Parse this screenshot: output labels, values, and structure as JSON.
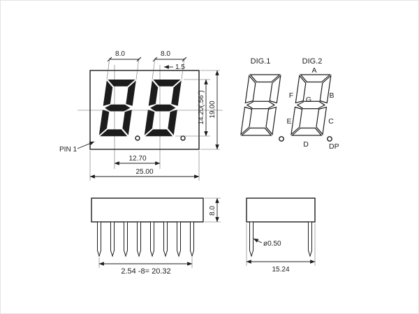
{
  "front_view": {
    "pin1": "PIN 1",
    "dims": {
      "seg_width_left": "8.0",
      "seg_width_right": "8.0",
      "gap": "1.5",
      "digit_height": "14.20(.56\")",
      "body_height": "19.00",
      "digit_pitch": "12.70",
      "body_width": "25.00"
    }
  },
  "segment_diagram": {
    "dig1_label": "DIG.1",
    "dig2_label": "DIG.2",
    "seg_a": "A",
    "seg_b": "B",
    "seg_c": "C",
    "seg_d": "D",
    "seg_e": "E",
    "seg_f": "F",
    "seg_g": "G",
    "dp_label": "DP"
  },
  "side_view": {
    "dims": {
      "body_height": "8.0",
      "pin_pitch": "2.54 -8= 20.32"
    }
  },
  "end_view": {
    "dims": {
      "pin_diameter": "ø0.50",
      "body_width": "15.24"
    }
  },
  "colors": {
    "ink": "#1c1c1c",
    "background": "#ffffff"
  }
}
